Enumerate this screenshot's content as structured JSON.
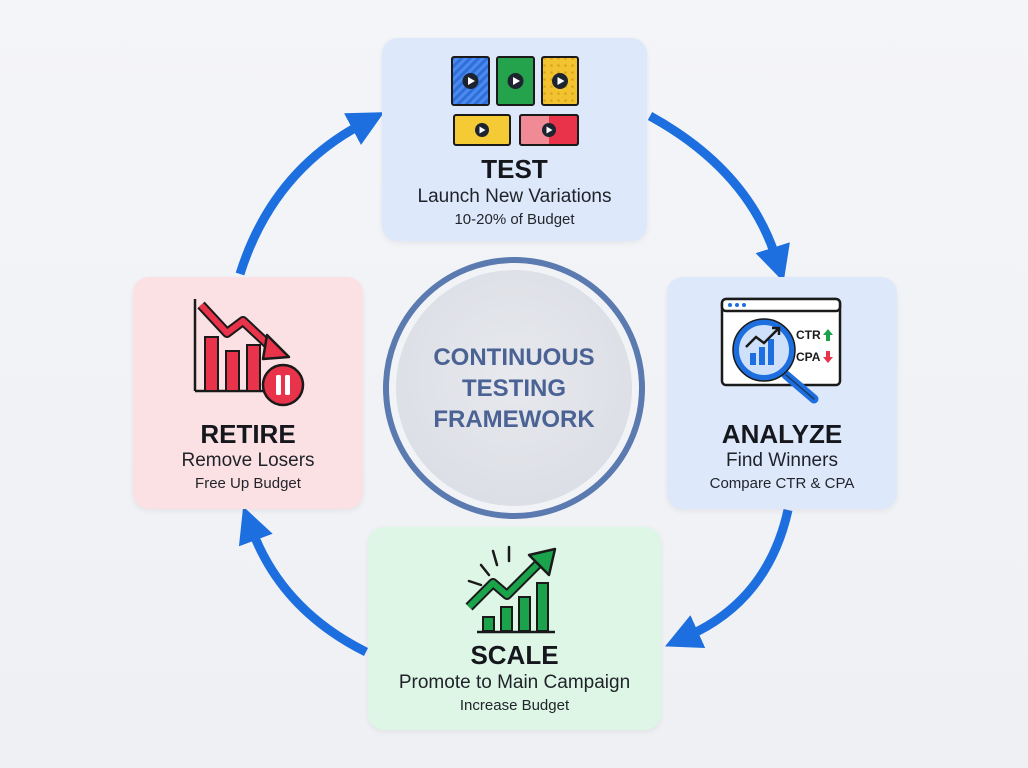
{
  "center": {
    "lines": [
      "CONTINUOUS",
      "TESTING",
      "FRAMEWORK"
    ]
  },
  "stages": {
    "test": {
      "title": "TEST",
      "subtitle": "Launch New Variations",
      "note": "10-20% of Budget",
      "icon": "video-variations-grid-icon"
    },
    "analyze": {
      "title": "ANALYZE",
      "subtitle": "Find Winners",
      "note": "Compare CTR & CPA",
      "icon": "analytics-magnifier-icon",
      "metrics": [
        "CTR",
        "CPA"
      ]
    },
    "scale": {
      "title": "SCALE",
      "subtitle": "Promote to Main Campaign",
      "note": "Increase Budget",
      "icon": "growth-chart-icon"
    },
    "retire": {
      "title": "RETIRE",
      "subtitle": "Remove Losers",
      "note": "Free Up Budget",
      "icon": "declining-chart-pause-icon"
    }
  },
  "colors": {
    "arrow": "#1d6fe0",
    "test_card": "#dde8fb",
    "analyze_card": "#dde8fb",
    "scale_card": "#ddf6e6",
    "retire_card": "#fbe1e4",
    "center_ring": "#5a7ab0",
    "center_text": "#4a6294",
    "green": "#1aa34a",
    "red": "#e8334a"
  }
}
